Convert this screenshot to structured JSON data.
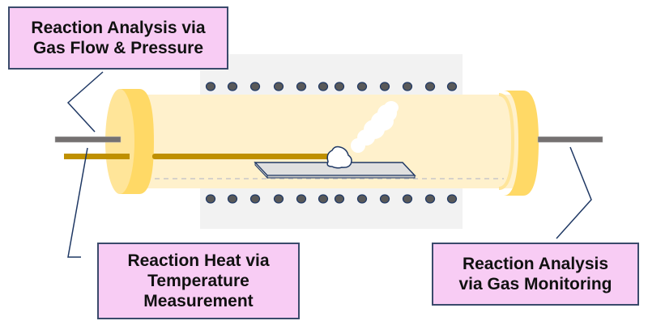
{
  "labels": {
    "gas_flow_pressure": {
      "lines": [
        "Reaction Analysis via",
        "Gas Flow & Pressure"
      ]
    },
    "reaction_heat": {
      "lines": [
        "Reaction Heat via",
        "Temperature",
        "Measurement"
      ]
    },
    "gas_monitoring": {
      "lines": [
        "Reaction Analysis",
        "via Gas Monitoring"
      ]
    }
  },
  "colors": {
    "label_fill": "#f8ccf4",
    "label_border": "#3a4a6b",
    "tube_fill": "#fff1cc",
    "end_cap": "#ffd966",
    "end_cap_face": "#ffe599",
    "thermocouple": "#bf9000",
    "gas_pipe": "#757171",
    "furnace": "#f2f2f2",
    "heater_dot": "#595959",
    "leader_line": "#1f3864"
  },
  "furnace": {
    "heater_coils_per_row": 12
  }
}
